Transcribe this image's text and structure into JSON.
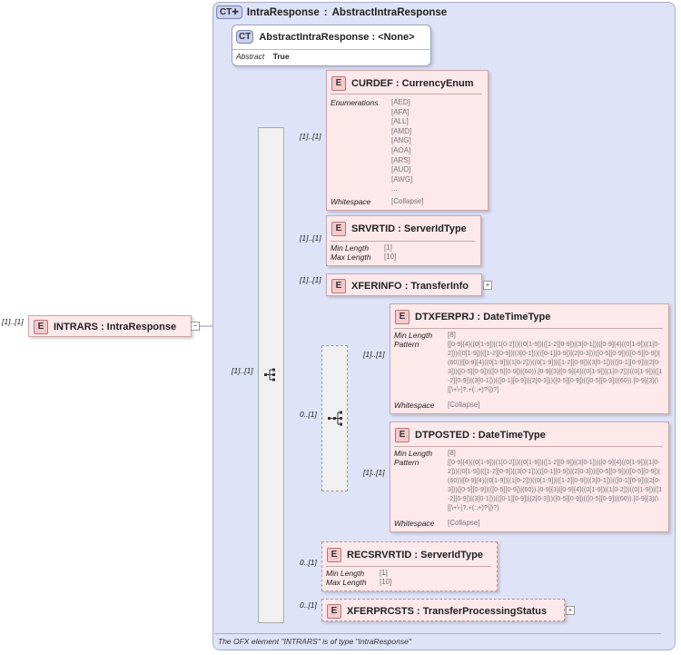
{
  "colors": {
    "container_bg": "#dfe3f7",
    "element_bg": "#fde9ea",
    "badge_ct": "#c9cfee",
    "badge_e": "#f7c9cb"
  },
  "root": {
    "badge": "E",
    "name": "INTRARS",
    "type": "IntraResponse",
    "occurrence": "[1]..[1]"
  },
  "complex_type": {
    "badge": "CT",
    "name": "IntraResponse",
    "base": "AbstractIntraResponse",
    "sep": ":"
  },
  "abstract": {
    "badge": "CT",
    "name": "AbstractIntraResponse",
    "sep": ":",
    "value": "<None>",
    "label": "Abstract",
    "label_value": "True"
  },
  "sequence": {
    "occurrence": "[1]..[1]",
    "icon": "sequence-icon"
  },
  "choice": {
    "occurrence": "0..[1]",
    "icon": "choice-icon"
  },
  "elements": {
    "curdef": {
      "badge": "E",
      "name": "CURDEF",
      "sep": ":",
      "type": "CurrencyEnum",
      "occurrence": "[1]..[1]",
      "enum_label": "Enumerations",
      "enums": [
        "[AED]",
        "[AFA]",
        "[ALL]",
        "[AMD]",
        "[ANG]",
        "[AOA]",
        "[ARS]",
        "[AUD]",
        "[AWG]",
        "..."
      ],
      "ws_label": "Whitespace",
      "ws_value": "[Collapse]"
    },
    "srvrtid": {
      "badge": "E",
      "name": "SRVRTID",
      "sep": ":",
      "type": "ServerIdType",
      "occurrence": "[1]..[1]",
      "min_label": "Min Length",
      "min_value": "[1]",
      "max_label": "Max Length",
      "max_value": "[10]"
    },
    "xferinfo": {
      "badge": "E",
      "name": "XFERINFO",
      "sep": ":",
      "type": "TransferInfo",
      "occurrence": "[1]..[1]"
    },
    "dtxferprj": {
      "badge": "E",
      "name": "DTXFERPRJ",
      "sep": ":",
      "type": "DateTimeType",
      "occurrence": "[1]..[1]",
      "min_label": "Min Length",
      "min_value": "[8]",
      "pattern_label": "Pattern",
      "pattern_value": "[[0-9]{4}((0[1-9])|(1[0-2]))((0[1-9])|([1-2][0-9])|(3[0-1]))|[0-9]{4}((0[1-9])|(1[0-2]))((0[1-9])|([1-2][0-9])|(3[0-1]))(([0-1][0-9])|(2[0-3]))([0-5][0-9])(([0-5][0-9])|(60))|[0-9]{4}((0[1-9])|(1[0-2]))((0[1-9])|([1-2][0-9])|(3[0-1]))(([0-1][0-9])|(2[0-3]))([0-5][0-9])(([0-5][0-9])|(60)).[0-9]{3}|[0-9]{4}((0[1-9])|(1[0-2]))((0[1-9])|([1-2][0-9])|(3[0-1]))(([0-1][0-9])|(2[0-3]))([0-5][0-9])(([0-5][0-9])|(60)).[0-9]{3}(\\[[\\+\\-]?.+(:.+)?\\])?]",
      "ws_label": "Whitespace",
      "ws_value": "[Collapse]"
    },
    "dtposted": {
      "badge": "E",
      "name": "DTPOSTED",
      "sep": ":",
      "type": "DateTimeType",
      "occurrence": "[1]..[1]",
      "min_label": "Min Length",
      "min_value": "[8]",
      "pattern_label": "Pattern",
      "pattern_value": "[[0-9]{4}((0[1-9])|(1[0-2]))((0[1-9])|([1-2][0-9])|(3[0-1]))|[0-9]{4}((0[1-9])|(1[0-2]))((0[1-9])|([1-2][0-9])|(3[0-1]))(([0-1][0-9])|(2[0-3]))([0-5][0-9])(([0-5][0-9])|(60))|[0-9]{4}((0[1-9])|(1[0-2]))((0[1-9])|([1-2][0-9])|(3[0-1]))(([0-1][0-9])|(2[0-3]))([0-5][0-9])(([0-5][0-9])|(60)).[0-9]{3}|[0-9]{4}((0[1-9])|(1[0-2]))((0[1-9])|([1-2][0-9])|(3[0-1]))(([0-1][0-9])|(2[0-3]))([0-5][0-9])(([0-5][0-9])|(60)).[0-9]{3}(\\[[\\+\\-]?.+(:.+)?\\])?]",
      "ws_label": "Whitespace",
      "ws_value": "[Collapse]"
    },
    "recsrvrtid": {
      "badge": "E",
      "name": "RECSRVRTID",
      "sep": ":",
      "type": "ServerIdType",
      "occurrence": "0..[1]",
      "min_label": "Min Length",
      "min_value": "[1]",
      "max_label": "Max Length",
      "max_value": "[10]"
    },
    "xferprcsts": {
      "badge": "E",
      "name": "XFERPRCSTS",
      "sep": ":",
      "type": "TransferProcessingStatus",
      "occurrence": "0..[1]"
    }
  },
  "footer": "The OFX element \"INTRARS\" is of type \"IntraResponse\""
}
